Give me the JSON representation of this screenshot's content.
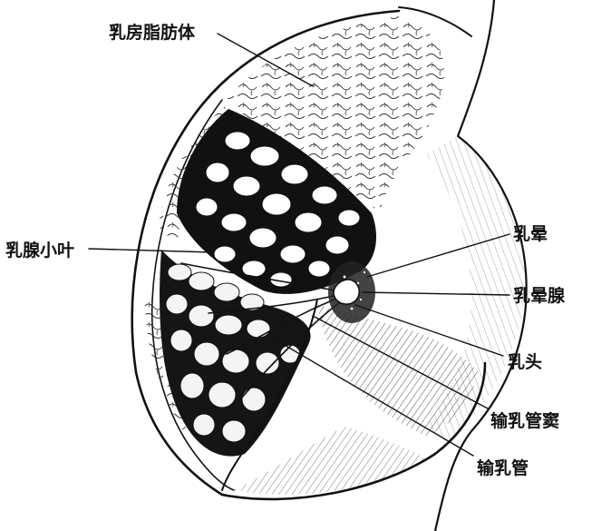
{
  "diagram": {
    "labels": {
      "fat": "乳房脂肪体",
      "lobule": "乳腺小叶",
      "areola": "乳晕",
      "areolar_gland": "乳晕腺",
      "nipple": "乳头",
      "sinus": "输乳管窦",
      "duct": "输乳管"
    },
    "colors": {
      "ink": "#111111",
      "paper": "#ffffff"
    }
  }
}
